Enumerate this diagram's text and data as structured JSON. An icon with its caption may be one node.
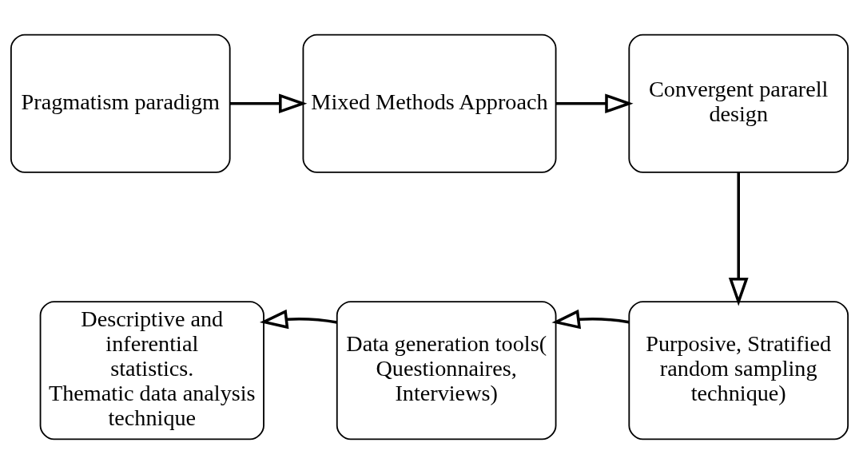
{
  "diagram": {
    "nodes": [
      {
        "text": [
          "Pragmatism paradigm"
        ]
      },
      {
        "text": [
          "Mixed Methods Approach"
        ]
      },
      {
        "text": [
          "Convergent pararell design"
        ]
      },
      {
        "text": [
          "Purposive, Stratified random sampling technique)"
        ]
      },
      {
        "text": [
          "Data generation tools( Questionnaires, Interviews)"
        ]
      },
      {
        "text": [
          "Descriptive and inferential statistics.",
          "Thematic data analysis technique"
        ]
      }
    ],
    "edges": [
      {
        "from": 0,
        "to": 1,
        "arrow": "to"
      },
      {
        "from": 1,
        "to": 2,
        "arrow": "to"
      },
      {
        "from": 2,
        "to": 3,
        "arrow": "to"
      },
      {
        "from": 3,
        "to": 4,
        "arrow": "to"
      },
      {
        "from": 4,
        "to": 5,
        "arrow": "to"
      }
    ]
  }
}
